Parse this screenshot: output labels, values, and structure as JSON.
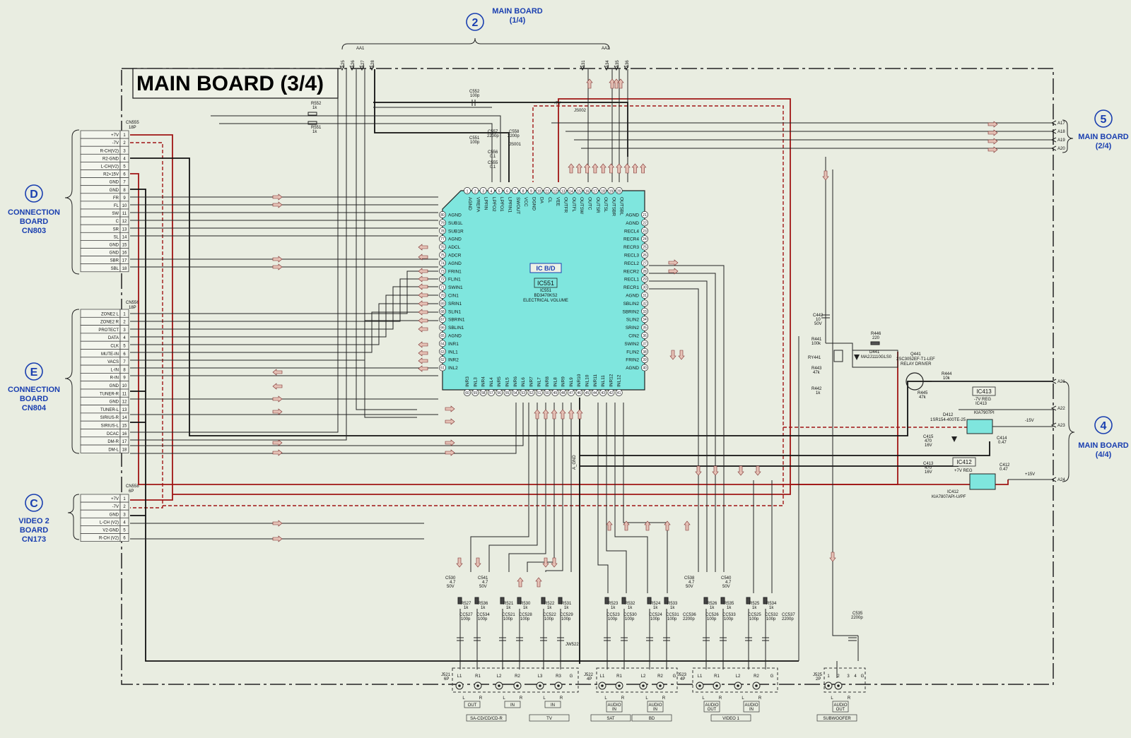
{
  "title": "MAIN BOARD (3/4)",
  "offpage": {
    "top": {
      "num": "2",
      "line1": "MAIN BOARD",
      "line2": "(1/4)"
    },
    "right_top": {
      "num": "5",
      "line1": "MAIN BOARD",
      "line2": "(2/4)"
    },
    "right_mid": {
      "num": "4",
      "line1": "MAIN BOARD",
      "line2": "(4/4)"
    },
    "left_d": {
      "num": "D",
      "line1": "CONNECTION",
      "line2": "BOARD",
      "line3": "CN803"
    },
    "left_e": {
      "num": "E",
      "line1": "CONNECTION",
      "line2": "BOARD",
      "line3": "CN804"
    },
    "left_c": {
      "num": "C",
      "line1": "VIDEO 2",
      "line2": "BOARD",
      "line3": "CN173"
    }
  },
  "bus_top": {
    "aa1": "AA1",
    "aa2": "AA2",
    "aa1_pins": [
      "A25",
      "A26",
      "A27",
      "A28"
    ],
    "aa2_pins": [
      "A31",
      "A34",
      "A35",
      "A36"
    ]
  },
  "right_connectors": {
    "upper": [
      "A17",
      "A18",
      "A19",
      "A20"
    ],
    "lower": [
      "A21",
      "A22",
      "A23",
      "A24"
    ]
  },
  "cn555": {
    "ref": "CN555",
    "pins_count": "18P",
    "pins": [
      "+7V",
      "-7V",
      "R-CH(V2)",
      "R2-GND",
      "L-CH(V2)",
      "R2+15V",
      "GND",
      "GND",
      "FR",
      "FL",
      "SW",
      "C",
      "SR",
      "SL",
      "GND",
      "GND",
      "SBR",
      "SBL"
    ]
  },
  "cn556": {
    "ref": "CN556",
    "pins_count": "18P",
    "pins": [
      "ZONE2 L",
      "ZONE2 R",
      "PROTECT",
      "DATA",
      "CLK",
      "MUTE-IN",
      "VACS",
      "L-IN",
      "R-IN",
      "GND",
      "TUNER-R",
      "GND",
      "TUNER-L",
      "SIRIUS-R",
      "SIRIUS-L",
      "DCAC",
      "DM-R",
      "DM-L"
    ]
  },
  "cn558": {
    "ref": "CN558",
    "pins_count": "6P",
    "pins": [
      "+7V",
      "-7V",
      "GND",
      "L-CH (V2)",
      "V2-GND",
      "R-CH (V2)"
    ]
  },
  "ic551": {
    "tag": "IC B/D",
    "name": "IC551",
    "part": "BD3470KS2",
    "function": "ELECTRICAL VOLUME",
    "pins_top": [
      "AGND",
      "VREFA",
      "LPFIN",
      "LPFO2",
      "LPFO1",
      "LPFIN1",
      "SWOUT",
      "VCC",
      "DGND",
      "DA",
      "CL",
      "VEE",
      "OUTFR",
      "OUTFL",
      "OUTSW",
      "OUTC",
      "OUTSR",
      "OUTSL",
      "OUTSBR",
      "OUTSBL"
    ],
    "pins_right": [
      "AGND",
      "AGND",
      "RECL4",
      "RECR4",
      "RECR3",
      "RECL3",
      "RECL2",
      "RECR2",
      "RECL1",
      "RECR1",
      "AGND",
      "SBLIN2",
      "SBRIN2",
      "SLIN2",
      "SRIN2",
      "CIN2",
      "SWIN2",
      "FLIN2",
      "FRIN2",
      "AGND"
    ],
    "pins_left": [
      "AGND",
      "SUB1L",
      "SUB1R",
      "AGND",
      "ADCL",
      "ADCR",
      "AGND",
      "FRIN1",
      "FLIN1",
      "SWIN1",
      "CIN1",
      "SRIN1",
      "SLIN1",
      "SBRIN1",
      "SBLIN1",
      "AGND",
      "INR1",
      "INL1",
      "INR2",
      "INL2"
    ],
    "pins_bottom": [
      "INR3",
      "INL3",
      "INR4",
      "INL4",
      "INR5",
      "INL5",
      "INR6",
      "INL6",
      "INR7",
      "INL7",
      "INR8",
      "INL8",
      "INR9",
      "INL9",
      "INR10",
      "INL10",
      "INR11",
      "INL11",
      "INR12",
      "INL12"
    ]
  },
  "parts": {
    "r552": {
      "ref": "R552",
      "val": "1k"
    },
    "r551": {
      "ref": "R551",
      "val": "1k"
    },
    "c552": {
      "ref": "C552",
      "val": "100p"
    },
    "c551": {
      "ref": "C551",
      "val": "100p"
    },
    "c557": {
      "ref": "C557",
      "val": "2200p"
    },
    "c558": {
      "ref": "C558",
      "val": "2200p"
    },
    "c556": {
      "ref": "C556",
      "val": "0.1"
    },
    "c555": {
      "ref": "C555",
      "val": "0.1"
    },
    "js001": "JS001",
    "js002": "JS002",
    "v7neg": "-7V",
    "c442": {
      "ref": "C442",
      "val": "10",
      "v": "50V"
    },
    "r441": {
      "ref": "R441",
      "val": "100k"
    },
    "r443": {
      "ref": "R443",
      "val": "47k"
    },
    "r442": {
      "ref": "R442",
      "val": "1k"
    },
    "ry441": "RY441",
    "r446": {
      "ref": "R446",
      "val": "220"
    },
    "d441": {
      "ref": "D441",
      "part": "MA2J1110GLS0"
    },
    "q441": {
      "ref": "Q441",
      "part": "2SC3052EF-T1-LEF",
      "desc": "RELAY DRIVER"
    },
    "r444": {
      "ref": "R444",
      "val": "10k"
    },
    "r445": {
      "ref": "R445",
      "val": "47k"
    },
    "ic413": {
      "ref": "IC413",
      "desc": "-7V REG",
      "sub": "IC413",
      "part": "KIA7907PI"
    },
    "d412": {
      "ref": "D412",
      "part": "1SR154-400TE-25"
    },
    "c415": {
      "ref": "C415",
      "val": "470",
      "v": "16V"
    },
    "c414": {
      "ref": "C414",
      "val": "0.47"
    },
    "c413": {
      "ref": "C413",
      "val": "470",
      "v": "16V"
    },
    "c412": {
      "ref": "C412",
      "val": "0.47"
    },
    "ic412": {
      "ref": "IC412",
      "desc": "+7V REG",
      "sub": "IC412",
      "part": "KIA7807API-U/PF"
    },
    "vneg15": "-15V",
    "vpos15": "+15V",
    "a_gnd": "A_GND",
    "c530": {
      "ref": "C530",
      "val": "4.7",
      "v": "50V"
    },
    "c541": {
      "ref": "C541",
      "val": "4.7",
      "v": "50V"
    },
    "c538": {
      "ref": "C538",
      "val": "4.7",
      "v": "50V"
    },
    "c540": {
      "ref": "C540",
      "val": "4.7",
      "v": "50V"
    },
    "c535": {
      "ref": "C535",
      "val": "2200p"
    },
    "jw522": "JW522"
  },
  "input_pairs": [
    {
      "r1": "R527",
      "r2": "R536",
      "rv": "1k",
      "c1": "CC527",
      "c2": "CC534",
      "cv": "100p"
    },
    {
      "r1": "R521",
      "r2": "R530",
      "rv": "1k",
      "c1": "CC521",
      "c2": "CC528",
      "cv": "100p"
    },
    {
      "r1": "R522",
      "r2": "R531",
      "rv": "1k",
      "c1": "CC522",
      "c2": "CC529",
      "cv": "100p"
    },
    {
      "r1": "R523",
      "r2": "R532",
      "rv": "1k",
      "c1": "CC523",
      "c2": "CC530",
      "cv": "100p"
    },
    {
      "r1": "R524",
      "r2": "R533",
      "rv": "1k",
      "c1": "CC524",
      "c2": "CC531",
      "cv": "100p",
      "c3": "CC536",
      "c3v": "2200p"
    },
    {
      "r1": "R526",
      "r2": "R535",
      "rv": "1k",
      "c1": "CC526",
      "c2": "CC533",
      "cv": "100p"
    },
    {
      "r1": "R525",
      "r2": "R534",
      "rv": "1k",
      "c1": "CC525",
      "c2": "CC532",
      "cv": "100p",
      "c3": "CC537",
      "c3v": "2200p"
    }
  ],
  "jacks": {
    "j521": {
      "ref": "J521",
      "pins": "6P",
      "labels": [
        "L1",
        "R1",
        "L2",
        "R2",
        "L3",
        "R3",
        "G"
      ]
    },
    "j522": {
      "ref": "J522",
      "pins": "4P",
      "labels": [
        "L1",
        "R1",
        "L2",
        "R2",
        "G"
      ]
    },
    "j523": {
      "ref": "J523",
      "pins": "4P",
      "labels": [
        "L1",
        "R1",
        "L2",
        "R2",
        "G"
      ]
    },
    "j525": {
      "ref": "J525",
      "pins": "2P",
      "labels": [
        "1",
        "2",
        "3",
        "4",
        "G"
      ]
    }
  },
  "jack_groups": [
    {
      "top": "OUT",
      "sub": "SA-CD/CD/CD-R",
      "lr": [
        "L",
        "R"
      ]
    },
    {
      "top": "IN",
      "sub": "",
      "lr": [
        "L",
        "R"
      ]
    },
    {
      "top": "IN",
      "sub": "TV",
      "lr": [
        "L",
        "R"
      ]
    },
    {
      "top": "AUDIO IN",
      "sub": "SAT",
      "lr": [
        "L",
        "R"
      ]
    },
    {
      "top": "AUDIO IN",
      "sub": "BD",
      "lr": [
        "L",
        "R"
      ]
    },
    {
      "top": "AUDIO OUT",
      "sub": "VIDEO 1",
      "lr": [
        "L",
        "R"
      ]
    },
    {
      "top": "AUDIO IN",
      "sub": "",
      "lr": [
        "L",
        "R"
      ]
    },
    {
      "top": "AUDIO OUT",
      "sub": "SUBWOOFER",
      "lr": [
        "L",
        "R"
      ]
    }
  ],
  "colors": {
    "background": "#e9ede1",
    "ic_fill": "#7fe6de",
    "label_blue": "#1a3fb0",
    "power_red": "#a01515",
    "arrow_fill": "#e6c2b6"
  }
}
